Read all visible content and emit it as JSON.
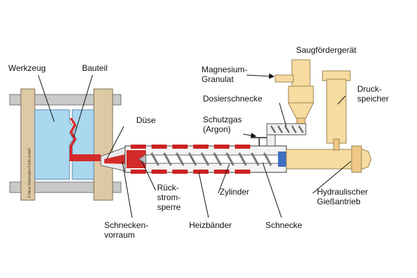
{
  "labels": {
    "werkzeug": "Werkzeug",
    "bauteil": "Bauteil",
    "duese": "Düse",
    "magnesium_1": "Magnesium-",
    "magnesium_2": "Granulat",
    "saugfoerdergeraet": "Saugfördergerät",
    "dosierschnecke": "Dosierschnecke",
    "schutzgas_1": "Schutzgas",
    "schutzgas_2": "(Argon)",
    "druckspeicher_1": "Druck-",
    "druckspeicher_2": "speicher",
    "rueckstromsperre_1": "Rück-",
    "rueckstromsperre_2": "strom-",
    "rueckstromsperre_3": "sperre",
    "zylinder": "Zylinder",
    "hydraulisch_1": "Hydraulischer",
    "hydraulisch_2": "Gießantrieb",
    "schneckenvorraum_1": "Schnecken-",
    "schneckenvorraum_2": "vorraum",
    "heizbaender": "Heizbänder",
    "schnecke": "Schnecke"
  },
  "copyright": "© Neue Materialien Fürth GmbH",
  "colors": {
    "frame": "#ddc9a3",
    "frame_stroke": "#7a6a50",
    "bar": "#c9c9c9",
    "mold": "#a9d8ef",
    "melt": "#d42a2a",
    "heater": "#cc2222",
    "cylinder": "#f4f4f4",
    "drive": "#f7dba0",
    "screw_thread": "#777777"
  }
}
